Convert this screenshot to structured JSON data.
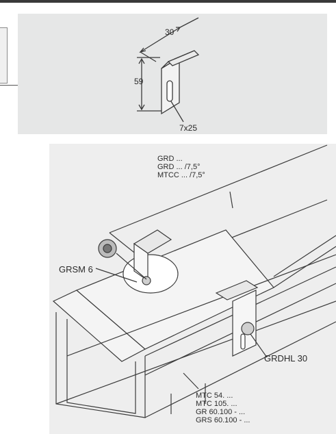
{
  "detail": {
    "dim_width": "30",
    "dim_height": "59",
    "slot_size": "7x25"
  },
  "assembly": {
    "tray_labels": [
      "GRD ...",
      "GRD ... /7,5°",
      "MTCC ... /7,5°"
    ],
    "washer_label": "GRSM 6",
    "clamp_label": "GRDHL 30",
    "basket_labels": [
      "MTC 54. ...",
      "MTC 105. ...",
      "GR 60.100 - ...",
      "GRS 60.100 - ..."
    ]
  },
  "colors": {
    "panel_top": "#e6e7e7",
    "panel_bottom": "#eeeeee",
    "line": "#3a3a3a"
  }
}
